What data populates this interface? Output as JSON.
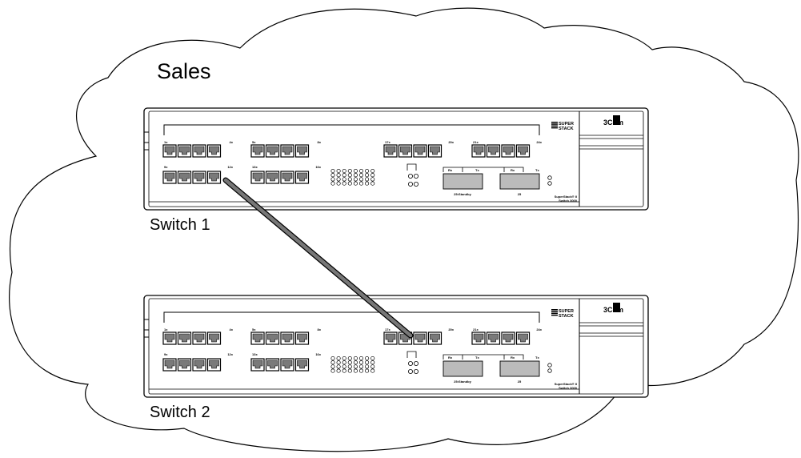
{
  "diagram": {
    "group_label": "Sales",
    "link_color": "#777777",
    "outline_color": "#000000",
    "port_fill": "#7a7a7a",
    "logo_fill": "#000000",
    "switches": [
      {
        "label": "Switch 1",
        "brand_top": "SUPER",
        "brand_bottom": "STACK",
        "vendor_logo": "3Com",
        "model_line1": "SuperStack® II",
        "model_line2": "Switch 3000",
        "port_labels": {
          "g1_top_left": "1x",
          "g1_top_right": "4x",
          "g1_bot_left": "9x",
          "g1_bot_right": "12x",
          "g2_top_left": "5x",
          "g2_top_right": "8x",
          "g2_bot_left": "13x",
          "g2_bot_right": "16x",
          "g3_left": "17x",
          "g3_right": "20x",
          "g4_left": "21x",
          "g4_right": "24x"
        },
        "module": {
          "rx1": "Rx",
          "tx1": "Tx",
          "rx2": "Rx",
          "tx2": "Tx",
          "label1": "25•Standby",
          "label2": "25"
        }
      },
      {
        "label": "Switch 2",
        "brand_top": "SUPER",
        "brand_bottom": "STACK",
        "vendor_logo": "3Com",
        "model_line1": "SuperStack® II",
        "model_line2": "Switch 3000",
        "port_labels": {
          "g1_top_left": "1x",
          "g1_top_right": "4x",
          "g1_bot_left": "9x",
          "g1_bot_right": "12x",
          "g2_top_left": "5x",
          "g2_top_right": "8x",
          "g2_bot_left": "13x",
          "g2_bot_right": "16x",
          "g3_left": "17x",
          "g3_right": "20x",
          "g4_left": "21x",
          "g4_right": "24x"
        },
        "module": {
          "rx1": "Rx",
          "tx1": "Tx",
          "rx2": "Rx",
          "tx2": "Tx",
          "label1": "25•Standby",
          "label2": "25"
        }
      }
    ]
  }
}
